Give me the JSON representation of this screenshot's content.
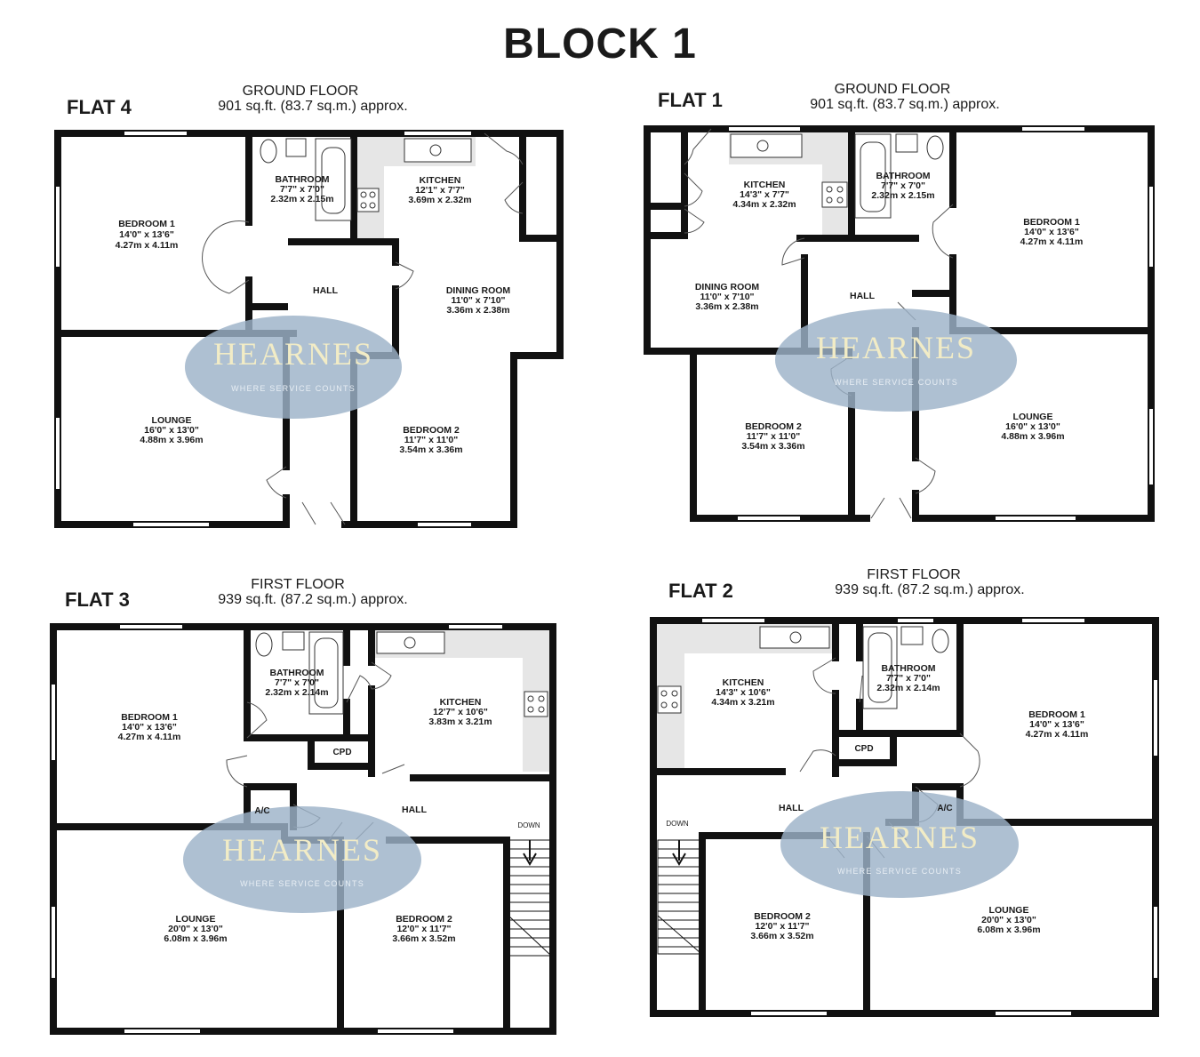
{
  "title": "BLOCK 1",
  "colors": {
    "wall": "#111111",
    "watermark_fill": "#9cb2c8",
    "watermark_text": "#f2ecc6",
    "counter_fill": "#e6e6e6",
    "window": "#ffffff"
  },
  "watermark": {
    "name": "HEARNES",
    "tagline": "WHERE SERVICE COUNTS"
  },
  "flats": [
    {
      "id": "flat4",
      "label": "FLAT 4",
      "floor_name": "GROUND FLOOR",
      "floor_area": "901 sq.ft. (83.7 sq.m.) approx.",
      "rooms": [
        {
          "key": "bedroom1",
          "name": "BEDROOM 1",
          "imperial": "14'0\"  x 13'6\"",
          "metric": "4.27m  x 4.11m"
        },
        {
          "key": "bathroom",
          "name": "BATHROOM",
          "imperial": "7'7\"  x 7'0\"",
          "metric": "2.32m  x 2.15m"
        },
        {
          "key": "kitchen",
          "name": "KITCHEN",
          "imperial": "12'1\"  x 7'7\"",
          "metric": "3.69m  x 2.32m"
        },
        {
          "key": "hall",
          "name": "HALL"
        },
        {
          "key": "dining",
          "name": "DINING ROOM",
          "imperial": "11'0\"  x 7'10\"",
          "metric": "3.36m  x 2.38m"
        },
        {
          "key": "lounge",
          "name": "LOUNGE",
          "imperial": "16'0\"  x 13'0\"",
          "metric": "4.88m  x 3.96m"
        },
        {
          "key": "bedroom2",
          "name": "BEDROOM 2",
          "imperial": "11'7\"  x 11'0\"",
          "metric": "3.54m  x 3.36m"
        }
      ]
    },
    {
      "id": "flat1",
      "label": "FLAT 1",
      "floor_name": "GROUND FLOOR",
      "floor_area": "901 sq.ft. (83.7 sq.m.) approx.",
      "rooms": [
        {
          "key": "kitchen",
          "name": "KITCHEN",
          "imperial": "14'3\"  x 7'7\"",
          "metric": "4.34m  x 2.32m"
        },
        {
          "key": "bathroom",
          "name": "BATHROOM",
          "imperial": "7'7\"  x 7'0\"",
          "metric": "2.32m  x 2.15m"
        },
        {
          "key": "bedroom1",
          "name": "BEDROOM 1",
          "imperial": "14'0\"  x 13'6\"",
          "metric": "4.27m  x 4.11m"
        },
        {
          "key": "dining",
          "name": "DINING ROOM",
          "imperial": "11'0\"  x 7'10\"",
          "metric": "3.36m  x 2.38m"
        },
        {
          "key": "hall",
          "name": "HALL"
        },
        {
          "key": "bedroom2",
          "name": "BEDROOM 2",
          "imperial": "11'7\"  x 11'0\"",
          "metric": "3.54m  x 3.36m"
        },
        {
          "key": "lounge",
          "name": "LOUNGE",
          "imperial": "16'0\"  x 13'0\"",
          "metric": "4.88m  x 3.96m"
        }
      ]
    },
    {
      "id": "flat3",
      "label": "FLAT 3",
      "floor_name": "FIRST FLOOR",
      "floor_area": "939 sq.ft. (87.2 sq.m.) approx.",
      "rooms": [
        {
          "key": "bedroom1",
          "name": "BEDROOM 1",
          "imperial": "14'0\"  x 13'6\"",
          "metric": "4.27m  x 4.11m"
        },
        {
          "key": "bathroom",
          "name": "BATHROOM",
          "imperial": "7'7\"  x 7'0\"",
          "metric": "2.32m  x 2.14m"
        },
        {
          "key": "kitchen",
          "name": "KITCHEN",
          "imperial": "12'7\"  x 10'6\"",
          "metric": "3.83m  x 3.21m"
        },
        {
          "key": "cpd",
          "name": "CPD"
        },
        {
          "key": "ac",
          "name": "A/C"
        },
        {
          "key": "hall",
          "name": "HALL"
        },
        {
          "key": "down",
          "name": "DOWN"
        },
        {
          "key": "lounge",
          "name": "LOUNGE",
          "imperial": "20'0\"  x 13'0\"",
          "metric": "6.08m  x 3.96m"
        },
        {
          "key": "bedroom2",
          "name": "BEDROOM 2",
          "imperial": "12'0\"  x 11'7\"",
          "metric": "3.66m  x 3.52m"
        }
      ]
    },
    {
      "id": "flat2",
      "label": "FLAT 2",
      "floor_name": "FIRST FLOOR",
      "floor_area": "939 sq.ft. (87.2 sq.m.) approx.",
      "rooms": [
        {
          "key": "kitchen",
          "name": "KITCHEN",
          "imperial": "14'3\"  x 10'6\"",
          "metric": "4.34m  x 3.21m"
        },
        {
          "key": "bathroom",
          "name": "BATHROOM",
          "imperial": "7'7\"  x 7'0\"",
          "metric": "2.32m  x 2.14m"
        },
        {
          "key": "bedroom1",
          "name": "BEDROOM 1",
          "imperial": "14'0\"  x 13'6\"",
          "metric": "4.27m  x 4.11m"
        },
        {
          "key": "cpd",
          "name": "CPD"
        },
        {
          "key": "hall",
          "name": "HALL"
        },
        {
          "key": "ac",
          "name": "A/C"
        },
        {
          "key": "down",
          "name": "DOWN"
        },
        {
          "key": "bedroom2",
          "name": "BEDROOM 2",
          "imperial": "12'0\"  x 11'7\"",
          "metric": "3.66m  x 3.52m"
        },
        {
          "key": "lounge",
          "name": "LOUNGE",
          "imperial": "20'0\"  x 13'0\"",
          "metric": "6.08m  x 3.96m"
        }
      ]
    }
  ]
}
